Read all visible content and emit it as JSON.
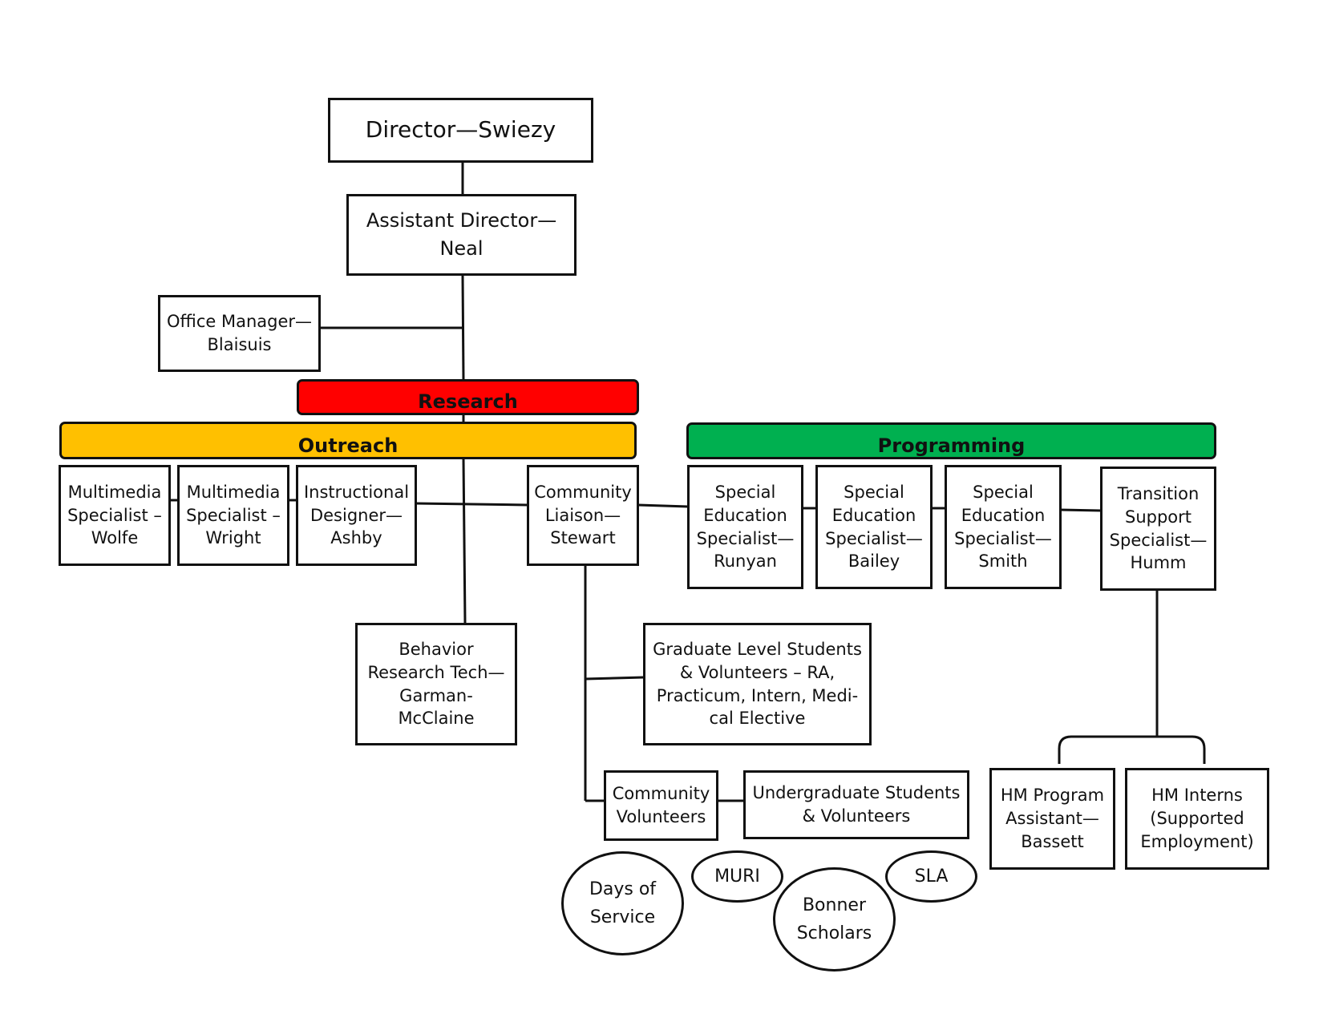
{
  "colors": {
    "research": "#ff0000",
    "outreach": "#ffc000",
    "programming": "#00b050",
    "line": "#111111"
  },
  "bands": {
    "research": "Research",
    "outreach": "Outreach",
    "programming": "Programming"
  },
  "nodes": {
    "director": "Director—Swiezy",
    "assistant_director": "Assistant Director—\nNeal",
    "office_manager": "Office Manager—\nBlaisuis",
    "multimedia_wolfe": "Multimedia\nSpecialist –\nWolfe",
    "multimedia_wright": "Multimedia\nSpecialist –\nWright",
    "instructional_designer": "Instructional\nDesigner—\nAshby",
    "community_liaison": "Community\nLiaison—\nStewart",
    "sped_runyan": "Special\nEducation\nSpecialist—\nRunyan",
    "sped_bailey": "Special\nEducation\nSpecialist—\nBailey",
    "sped_smith": "Special\nEducation\nSpecialist—\nSmith",
    "transition_support": "Transition\nSupport\nSpecialist—\nHumm",
    "behavior_research_tech": "Behavior\nResearch Tech—\nGarman-\nMcClaine",
    "graduate_students": "Graduate Level Students\n& Volunteers – RA,\nPracticum, Intern, Medi-\ncal Elective",
    "community_volunteers": "Community\nVolunteers",
    "undergraduate_students": "Undergraduate Students\n& Volunteers",
    "hm_program_assistant": "HM Program\nAssistant—\nBassett",
    "hm_interns": "HM Interns\n(Supported\nEmployment)"
  },
  "programs": {
    "days_of_service": "Days of\nService",
    "muri": "MURI",
    "bonner_scholars": "Bonner\nScholars",
    "sla": "SLA"
  }
}
